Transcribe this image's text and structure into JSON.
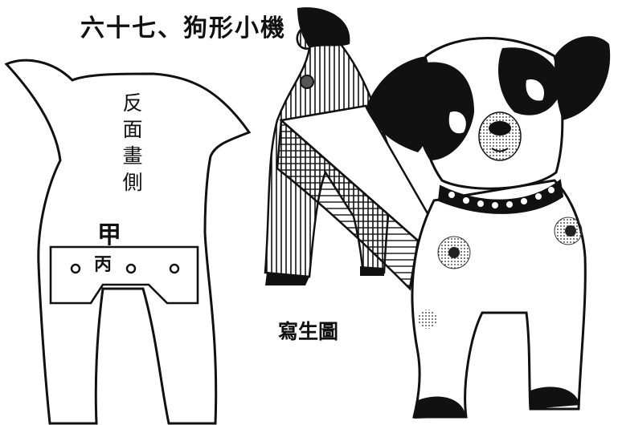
{
  "title": "六十七、狗形小機",
  "left_figure": {
    "vertical_label": [
      "反",
      "面",
      "畫",
      "側"
    ],
    "mark_jia": "甲",
    "mark_bing": "丙"
  },
  "caption": "寫生圖"
}
